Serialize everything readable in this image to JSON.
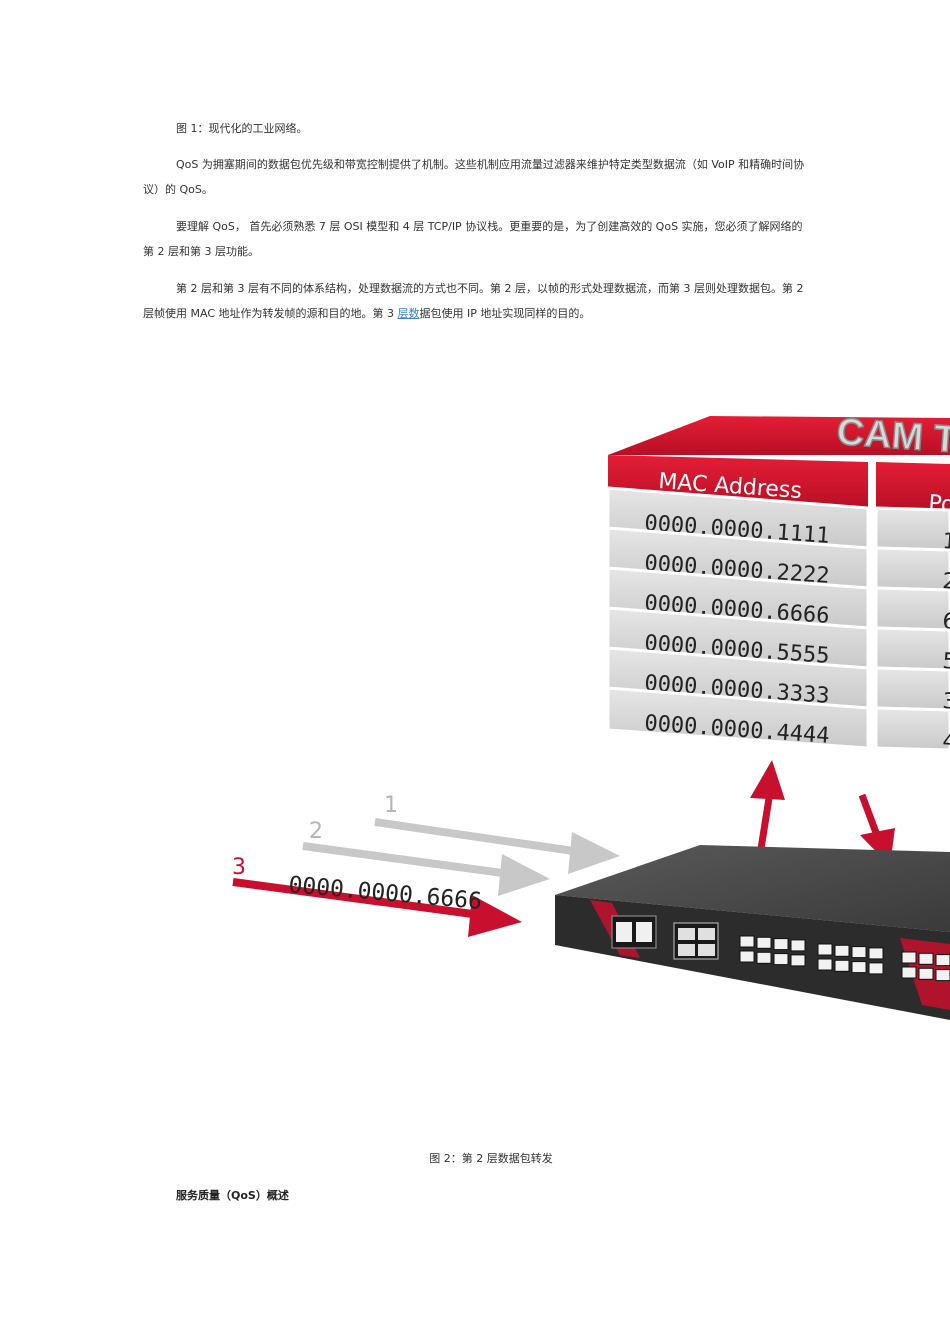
{
  "caption_fig1": "图 1：现代化的工业网络。",
  "para1": "QoS 为拥塞期间的数据包优先级和带宽控制提供了机制。这些机制应用流量过滤器来维护特定类型数据流（如 VoIP 和精确时间协议）的 QoS。",
  "para2": "要理解 QoS， 首先必须熟悉 7 层 OSI 模型和 4 层 TCP/IP 协议栈。更重要的是，为了创建高效的 QoS 实施，您必须了解网络的第 2 层和第 3 层功能。",
  "para3_a": "第 2 层和第 3 层有不同的体系结构，处理数据流的方式也不同。第 2 层，以帧的形式处理数据流，而第 3 层则处理数据包。第 2 层帧使用 MAC 地址作为转发帧的源和目的地。第 3 ",
  "para3_link": "层数",
  "para3_b": "据包使用 IP 地址实现同样的目的。",
  "figure": {
    "table_title": "CAM T",
    "col_mac": "MAC Address",
    "col_port": "Po",
    "rows": [
      {
        "mac": "0000.0000.1111",
        "port": "1"
      },
      {
        "mac": "0000.0000.2222",
        "port": "2"
      },
      {
        "mac": "0000.0000.6666",
        "port": "6"
      },
      {
        "mac": "0000.0000.5555",
        "port": "5"
      },
      {
        "mac": "0000.0000.3333",
        "port": "3"
      },
      {
        "mac": "0000.0000.4444",
        "port": "4"
      }
    ],
    "arrows": [
      {
        "num": "1",
        "color": "#c8c8c8"
      },
      {
        "num": "2",
        "color": "#c8c8c8"
      },
      {
        "num": "3",
        "color": "#c8102e",
        "label": "0000.0000.6666"
      }
    ]
  },
  "caption_fig2": "图 2：第 2 层数据包转发",
  "heading": "服务质量（QoS）概述"
}
